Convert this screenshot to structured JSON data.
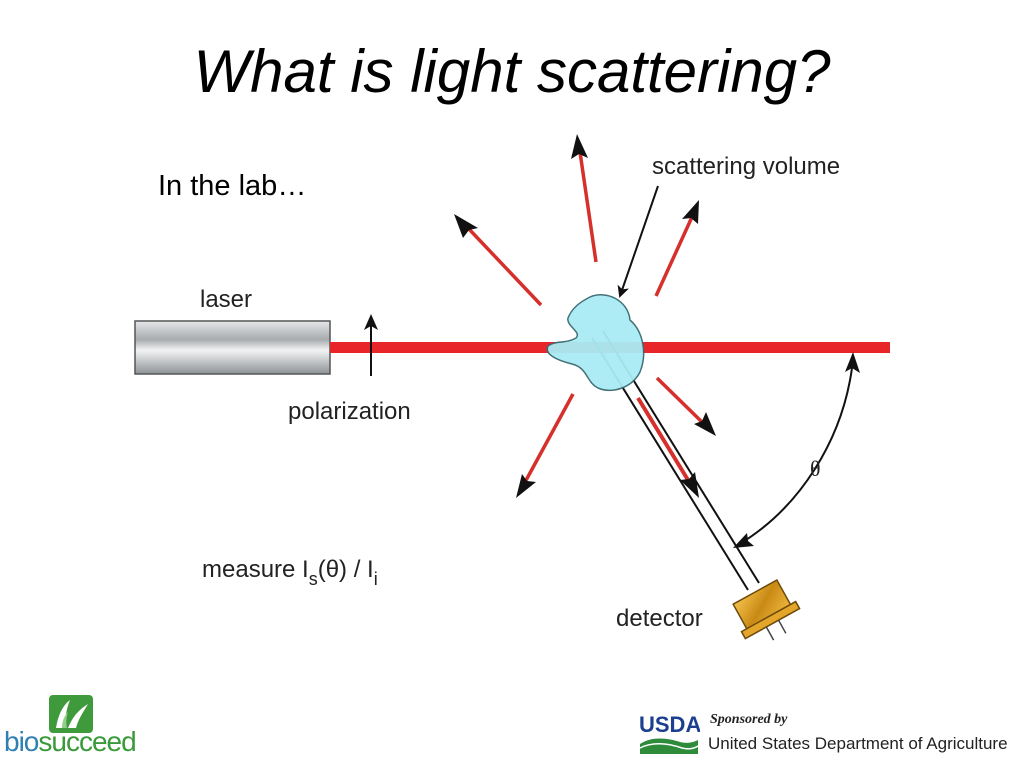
{
  "slide": {
    "title": "What is light scattering?",
    "subtitle": "In the lab…"
  },
  "diagram": {
    "labels": {
      "laser": "laser",
      "polarization": "polarization",
      "scattering_volume": "scattering volume",
      "theta": "θ",
      "detector": "detector",
      "measure_prefix": "measure I",
      "measure_sub_s": "s",
      "measure_mid": "(θ) / I",
      "measure_sub_i": "i"
    },
    "colors": {
      "beam": "#e8262a",
      "scattered_arrow": "#d6302c",
      "sample": "#a9ecf4",
      "detector_body": "#e3a52a",
      "laser_body": "#b8bcbf"
    }
  },
  "footer": {
    "left_logo": {
      "word_part_1": "bio",
      "word_part_2": "succeed"
    },
    "right_logo": {
      "agency_abbrev": "USDA",
      "sponsored_by": "Sponsored by",
      "department": "United States Department of Agriculture"
    }
  }
}
